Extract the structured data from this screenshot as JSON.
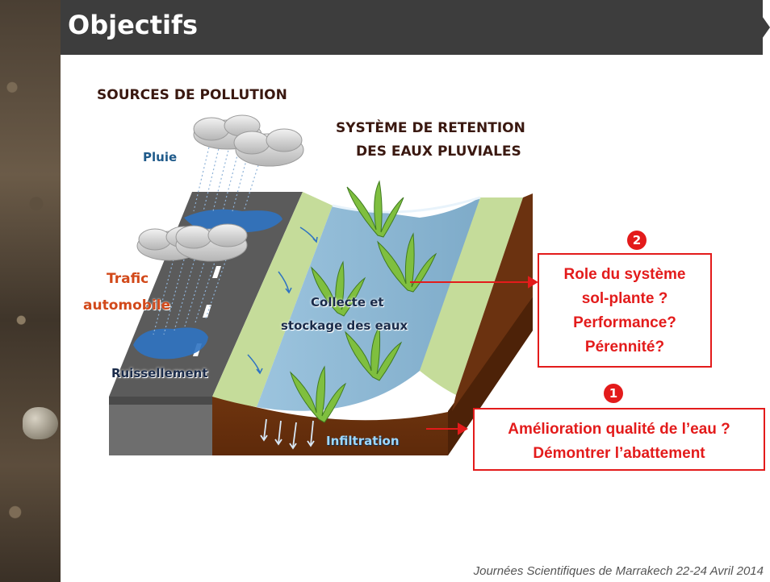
{
  "slide": {
    "title": "Objectifs",
    "footer": "Journées Scientifiques de Marrakech 22-24 Avril 2014"
  },
  "diagram": {
    "sources_heading": "SOURCES DE POLLUTION",
    "retention_heading_line1": "SYSTÈME DE RETENTION",
    "retention_heading_line2": "DES EAUX PLUVIALES",
    "label_pluie": "Pluie",
    "label_trafic_line1": "Trafic",
    "label_trafic_line2": "automobile",
    "label_ruissellement": "Ruissellement",
    "label_collecte_line1": "Collecte et",
    "label_collecte_line2": "stockage des eaux",
    "label_infiltration": "Infiltration"
  },
  "callouts": {
    "callout_2": {
      "number": "2",
      "line1": "Role du système",
      "line2": "sol-plante ?",
      "line3": "Performance?",
      "line4": "Pérennité?"
    },
    "callout_1": {
      "number": "1",
      "line1": "Amélioration qualité de l’eau ?",
      "line2": "Démontrer l’abattement"
    }
  },
  "colors": {
    "title_bar": "#3d3d3d",
    "callout_red": "#e31b1b",
    "road": "#5a5a5a",
    "grass": "#c9dea0",
    "water": "#8fb9d6",
    "soil": "#7a3a12"
  }
}
